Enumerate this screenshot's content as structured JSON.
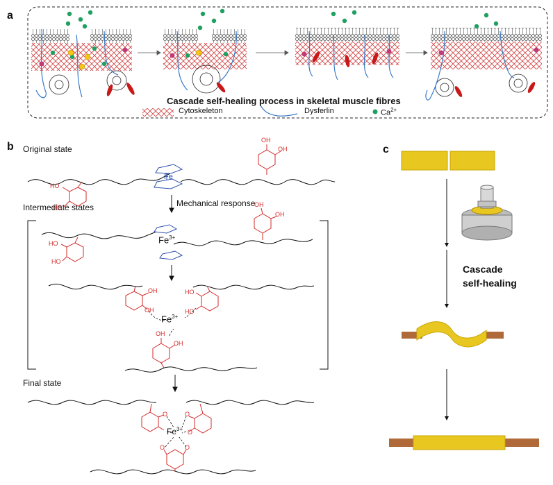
{
  "panel_a": {
    "letter": "a",
    "caption": "Cascade self-healing process in skeletal muscle fibres",
    "legend": {
      "cytoskeleton": "Cytoskeleton",
      "dysferlin": "Dysferlin",
      "calcium": "Ca",
      "calcium_charge": "2+"
    },
    "colors": {
      "membrane": "#6a6a6a",
      "cytoskeleton": "#d04040",
      "dysferlin": "#3a7bc8",
      "calcium": "#1fa060",
      "vesicle_dot": "#c03a7a",
      "yellow_dot": "#f5c518",
      "annexin": "#c81818"
    }
  },
  "panel_b": {
    "letter": "b",
    "original_state": "Original state",
    "intermediate_states": "Intermediate states",
    "final_state": "Final state",
    "mechanical_response": "Mechanical response",
    "fe": "Fe",
    "fe3": "Fe",
    "fe3_charge": "3+",
    "oh": "OH",
    "ho": "HO",
    "o": "O",
    "colors": {
      "catechol": "#d42a2a",
      "ferrocene": "#2a4fb0",
      "chain": "#111111"
    }
  },
  "panel_c": {
    "letter": "c",
    "step_label_line1": "Cascade",
    "step_label_line2": "self-healing",
    "colors": {
      "sample": "#e8c820",
      "sample_edge": "#c9a400",
      "copper": "#b06a3a"
    }
  }
}
